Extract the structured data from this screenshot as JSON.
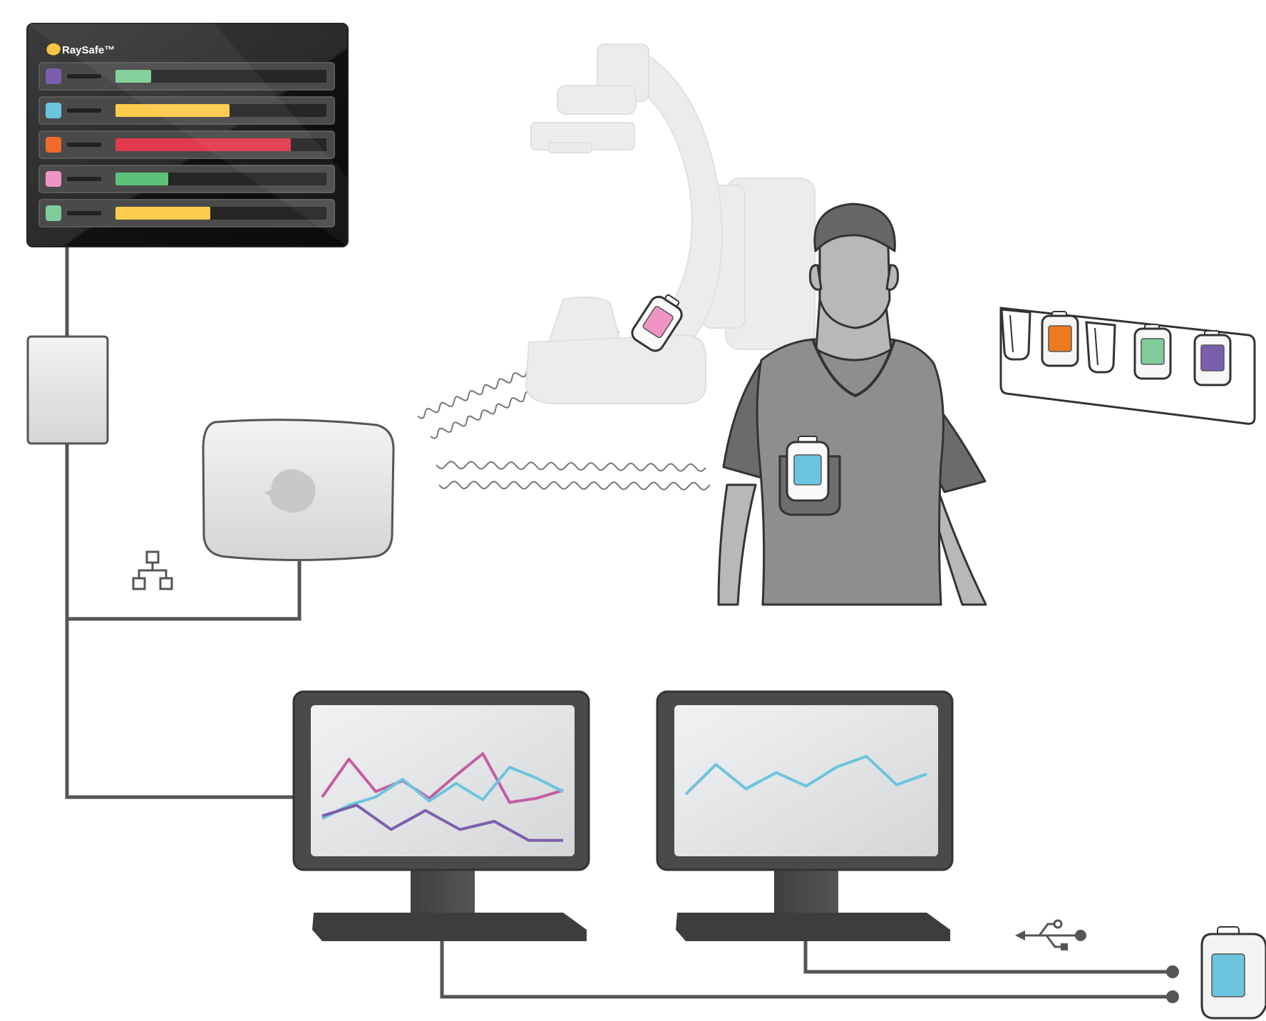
{
  "dashboard": {
    "brand": "RaySafe™",
    "rows": [
      {
        "dosimeter_color": "#7b5fad",
        "dose_level": 0.17,
        "bar_color": "#7fce95"
      },
      {
        "dosimeter_color": "#6cc5de",
        "dose_level": 0.54,
        "bar_color": "#fbcb4b"
      },
      {
        "dosimeter_color": "#ef6a2b",
        "dose_level": 0.83,
        "bar_color": "#e2394e"
      },
      {
        "dosimeter_color": "#ef94c4",
        "dose_level": 0.25,
        "bar_color": "#5cc27a"
      },
      {
        "dosimeter_color": "#7fcb9b",
        "dose_level": 0.45,
        "bar_color": "#fbcb4b"
      }
    ]
  },
  "dock": {
    "slots": [
      "empty",
      "#ef7a1e",
      "empty",
      "#7fcb9b",
      "#7b5fad"
    ]
  },
  "worn_dosimeter": {
    "screen_color": "#6cc5de"
  },
  "cart_dosimeter": {
    "screen_color": "#ef94c4"
  },
  "usb_dosimeter": {
    "screen_color": "#6cc5de"
  },
  "icons": {
    "network": "network-icon",
    "usb": "usb-icon",
    "logo": "raysafe-bird-icon"
  },
  "monitor_left": {
    "series": [
      {
        "color": "#c45ea3",
        "values": [
          0.38,
          0.66,
          0.42,
          0.5,
          0.37,
          0.54,
          0.7,
          0.34,
          0.37,
          0.43
        ]
      },
      {
        "color": "#6cc5de",
        "values": [
          0.22,
          0.32,
          0.38,
          0.51,
          0.35,
          0.48,
          0.36,
          0.6,
          0.52,
          0.42
        ]
      },
      {
        "color": "#7b5fad",
        "values": [
          0.24,
          0.32,
          0.14,
          0.28,
          0.14,
          0.2,
          0.06,
          0.06
        ]
      }
    ]
  },
  "monitor_right": {
    "series": [
      {
        "color": "#6cc5de",
        "values": [
          0.4,
          0.62,
          0.44,
          0.56,
          0.46,
          0.6,
          0.68,
          0.47,
          0.55
        ]
      }
    ]
  }
}
